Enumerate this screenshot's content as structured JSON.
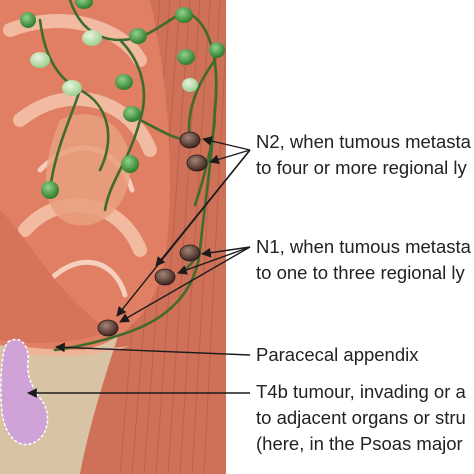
{
  "labels": {
    "n2": {
      "line1": "N2, when tumous metasta",
      "line2": "to four or more regional ly"
    },
    "n1": {
      "line1": "N1, when tumous metasta",
      "line2": "to one to three regional ly"
    },
    "paracecal": {
      "line1": "Paracecal appendix"
    },
    "t4b": {
      "line1": "T4b tumour, invading or a",
      "line2": "to adjacent organs or stru",
      "line3": "(here, in the Psoas major"
    }
  },
  "colors": {
    "muscle_light": "#e9a07f",
    "muscle_mid": "#e07f63",
    "muscle_dark": "#d8735b",
    "psoas": "#cf7058",
    "background_panel": "#d8c4a4",
    "lymph_vessel": "#3f6b2d",
    "normal_node": "#3f8f3a",
    "metastatic_node": "#5a3a33",
    "tumour": "#cfa2d8",
    "arrow": "#1c1c1c"
  }
}
